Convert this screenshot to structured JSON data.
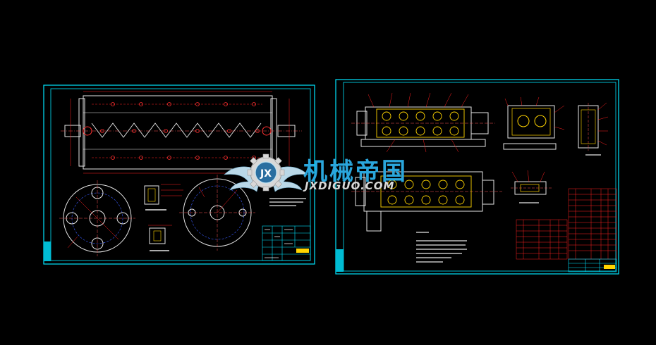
{
  "watermark": {
    "logo_letters": "JX",
    "chinese_name": "机械帝国",
    "domain": "JXDIGUO.COM"
  },
  "colors": {
    "background": "#000000",
    "frame": "#00e5ff",
    "outline": "#e6e6e6",
    "dimension": "#ff2020",
    "parts": "#ffd400",
    "centerline": "#ff5555",
    "hidden": "#3a5cff",
    "watermark_blue": "#2aa6dc"
  },
  "sheets": [
    {
      "name": "left-sheet",
      "views": [
        "front-section",
        "left-circular-end-view",
        "right-circular-end-view",
        "detail-section-a",
        "detail-section-b",
        "notes-block",
        "title-block"
      ]
    },
    {
      "name": "right-sheet",
      "views": [
        "assembly-top-view",
        "assembly-front-view",
        "side-view",
        "end-view",
        "detail-view",
        "notes-block",
        "parts-list",
        "title-block"
      ]
    }
  ]
}
